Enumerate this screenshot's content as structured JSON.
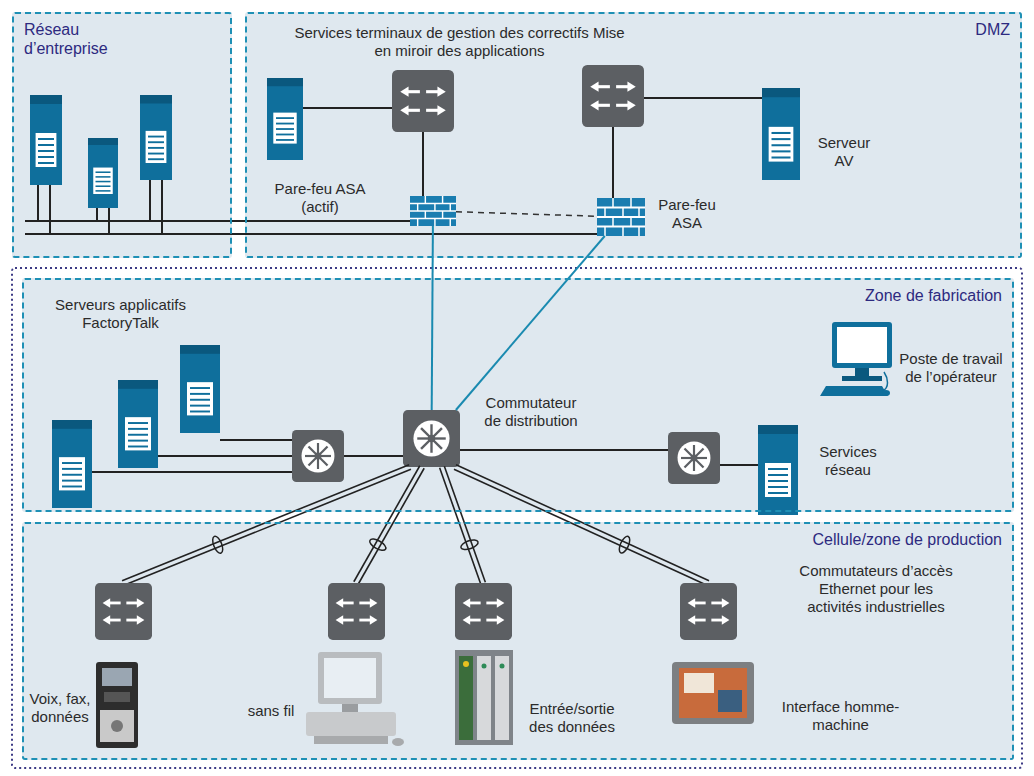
{
  "diagram": {
    "nodes": [
      {
        "text": [
          "Réseau d’entreprise"
        ]
      },
      {
        "text": [
          "DMZ"
        ]
      },
      {
        "text": [
          "Services terminaux de gestion des correctifs Mise en miroir des applications"
        ],
        "in": 1
      },
      {
        "text": [
          "Pare-feu ASA (actif)"
        ],
        "in": 1
      },
      {
        "text": [
          "Pare-feu ASA"
        ],
        "in": 1
      },
      {
        "text": [
          "Serveur AV"
        ],
        "in": 1
      },
      {
        "text": [
          "Zone de fabrication"
        ]
      },
      {
        "text": [
          "Serveurs applicatifs FactoryTalk"
        ],
        "in": 6
      },
      {
        "text": [
          "Commutateur de distribution"
        ],
        "in": 6
      },
      {
        "text": [
          "Poste de travail de l’opérateur"
        ],
        "in": 6
      },
      {
        "text": [
          "Services réseau"
        ],
        "in": 6
      },
      {
        "text": [
          "Cellule/zone de production"
        ]
      },
      {
        "text": [
          "Commutateurs d’accès Ethernet pour les activités industrielles"
        ],
        "in": 11
      },
      {
        "text": [
          "Voix, fax, données"
        ],
        "in": 11
      },
      {
        "text": [
          "sans fil"
        ],
        "in": 11
      },
      {
        "text": [
          "Entrée/sortie des données"
        ],
        "in": 11
      },
      {
        "text": [
          "Interface homme-machine"
        ],
        "in": 11
      }
    ],
    "edges": [
      {
        "from": 3,
        "to": 8,
        "arrow": "none"
      },
      {
        "from": 4,
        "to": 8,
        "arrow": "none"
      },
      {
        "from": 3,
        "to": 4,
        "arrow": "none"
      }
    ]
  }
}
